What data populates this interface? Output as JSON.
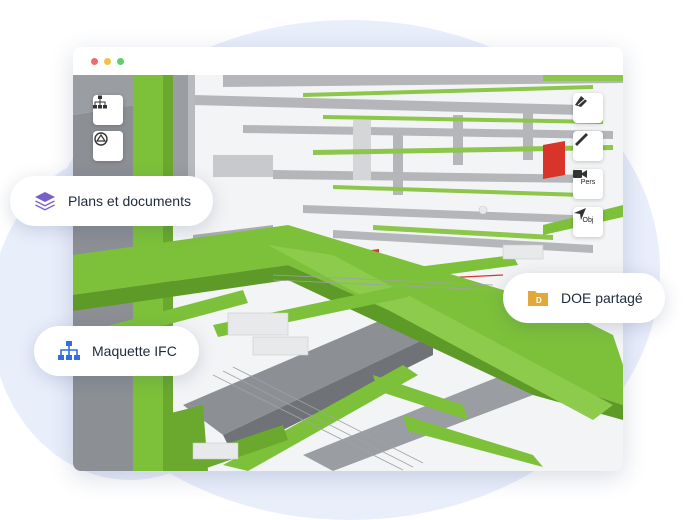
{
  "window": {
    "traffic_lights": [
      "#f26b6b",
      "#f5c04a",
      "#5fcf6a"
    ]
  },
  "toolbar_left": [
    {
      "name": "hierarchy-icon"
    },
    {
      "name": "orbit-icon"
    }
  ],
  "toolbar_right": [
    {
      "name": "section-icon",
      "label": ""
    },
    {
      "name": "measure-icon",
      "label": ""
    },
    {
      "name": "camera-icon",
      "label": "Pers"
    },
    {
      "name": "navigate-icon",
      "label": "Obj"
    }
  ],
  "chips": {
    "plans": {
      "label": "Plans et documents",
      "icon": "layers-icon",
      "color": "#7b5fc9"
    },
    "ifc": {
      "label": "Maquette IFC",
      "icon": "hierarchy-icon",
      "color": "#2f6fe0"
    },
    "doe": {
      "label": "DOE partagé",
      "icon": "folder-icon",
      "color": "#e0a93a"
    }
  },
  "colors": {
    "green": "#7dc13a",
    "gray": "#8c8f94",
    "red": "#d9342a"
  }
}
